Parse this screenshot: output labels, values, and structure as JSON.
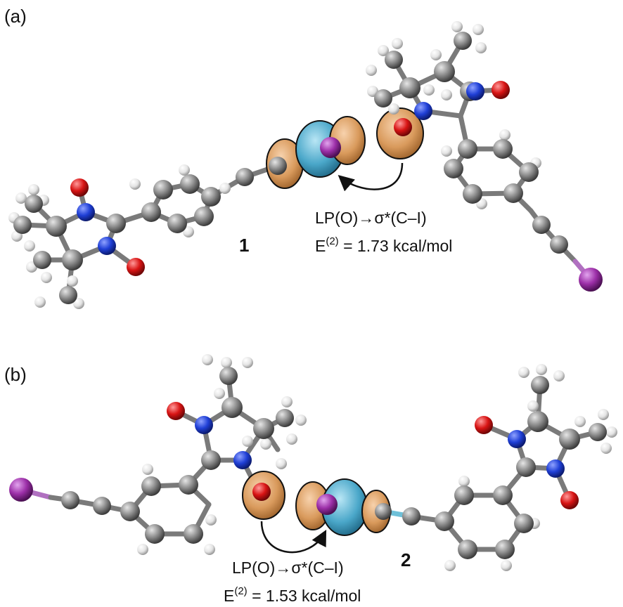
{
  "panels": [
    {
      "label": "(a)",
      "compound": "1",
      "interaction": "LP(O)→σ*(C–I)",
      "energy_prefix": "E",
      "energy_sup": "(2)",
      "energy_value": " = 1.73 kcal/mol"
    },
    {
      "label": "(b)",
      "compound": "2",
      "interaction": "LP(O)→σ*(C–I)",
      "energy_prefix": "E",
      "energy_sup": "(2)",
      "energy_value": " = 1.53 kcal/mol"
    }
  ],
  "colors": {
    "carbon": "#8a8a8a",
    "hydrogen": "#f2f2f2",
    "nitrogen": "#1f3fd6",
    "oxygen": "#d81414",
    "iodine": "#9c2fa8",
    "orbital_orange": "#d99a5c",
    "orbital_blue": "#4aa7c9"
  }
}
